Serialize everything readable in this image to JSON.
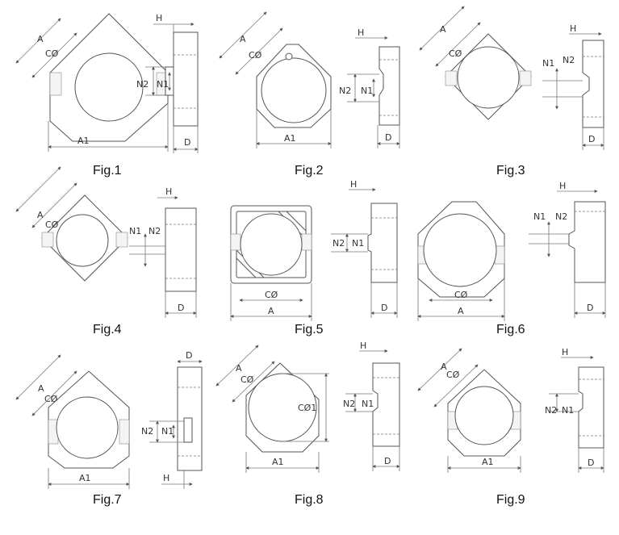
{
  "figures": [
    {
      "caption": "Fig.1",
      "front": {
        "A": "A",
        "C": "CØ",
        "A1": "A1"
      },
      "side": {
        "H": "H",
        "N1": "N1",
        "N2": "N2",
        "D": "D"
      }
    },
    {
      "caption": "Fig.2",
      "front": {
        "A": "A",
        "C": "CØ",
        "A1": "A1"
      },
      "side": {
        "H": "H",
        "N1": "N1",
        "N2": "N2",
        "D": "D"
      }
    },
    {
      "caption": "Fig.3",
      "front": {
        "A": "A",
        "C": "CØ"
      },
      "side": {
        "H": "H",
        "N1": "N1",
        "N2": "N2",
        "D": "D"
      }
    },
    {
      "caption": "Fig.4",
      "front": {
        "A": "A",
        "C": "CØ"
      },
      "side": {
        "H": "H",
        "N1": "N1",
        "N2": "N2",
        "D": "D"
      }
    },
    {
      "caption": "Fig.5",
      "front": {
        "A": "A",
        "C": "CØ"
      },
      "side": {
        "H": "H",
        "N1": "N1",
        "N2": "N2",
        "D": "D"
      }
    },
    {
      "caption": "Fig.6",
      "front": {
        "A": "A",
        "C": "CØ"
      },
      "side": {
        "H": "H",
        "N1": "N1",
        "N2": "N2",
        "D": "D"
      }
    },
    {
      "caption": "Fig.7",
      "front": {
        "A": "A",
        "C": "CØ",
        "A1": "A1"
      },
      "side": {
        "H": "H",
        "N1": "N1",
        "N2": "N2",
        "D": "D"
      }
    },
    {
      "caption": "Fig.8",
      "front": {
        "A": "A",
        "C": "CØ",
        "C1": "CØ1",
        "A1": "A1"
      },
      "side": {
        "H": "H",
        "N1": "N1",
        "N2": "N2",
        "D": "D"
      }
    },
    {
      "caption": "Fig.9",
      "front": {
        "A": "A",
        "C": "CØ",
        "A1": "A1"
      },
      "side": {
        "H": "H",
        "N1": "N1",
        "N2": "N2",
        "D": "D"
      }
    }
  ]
}
